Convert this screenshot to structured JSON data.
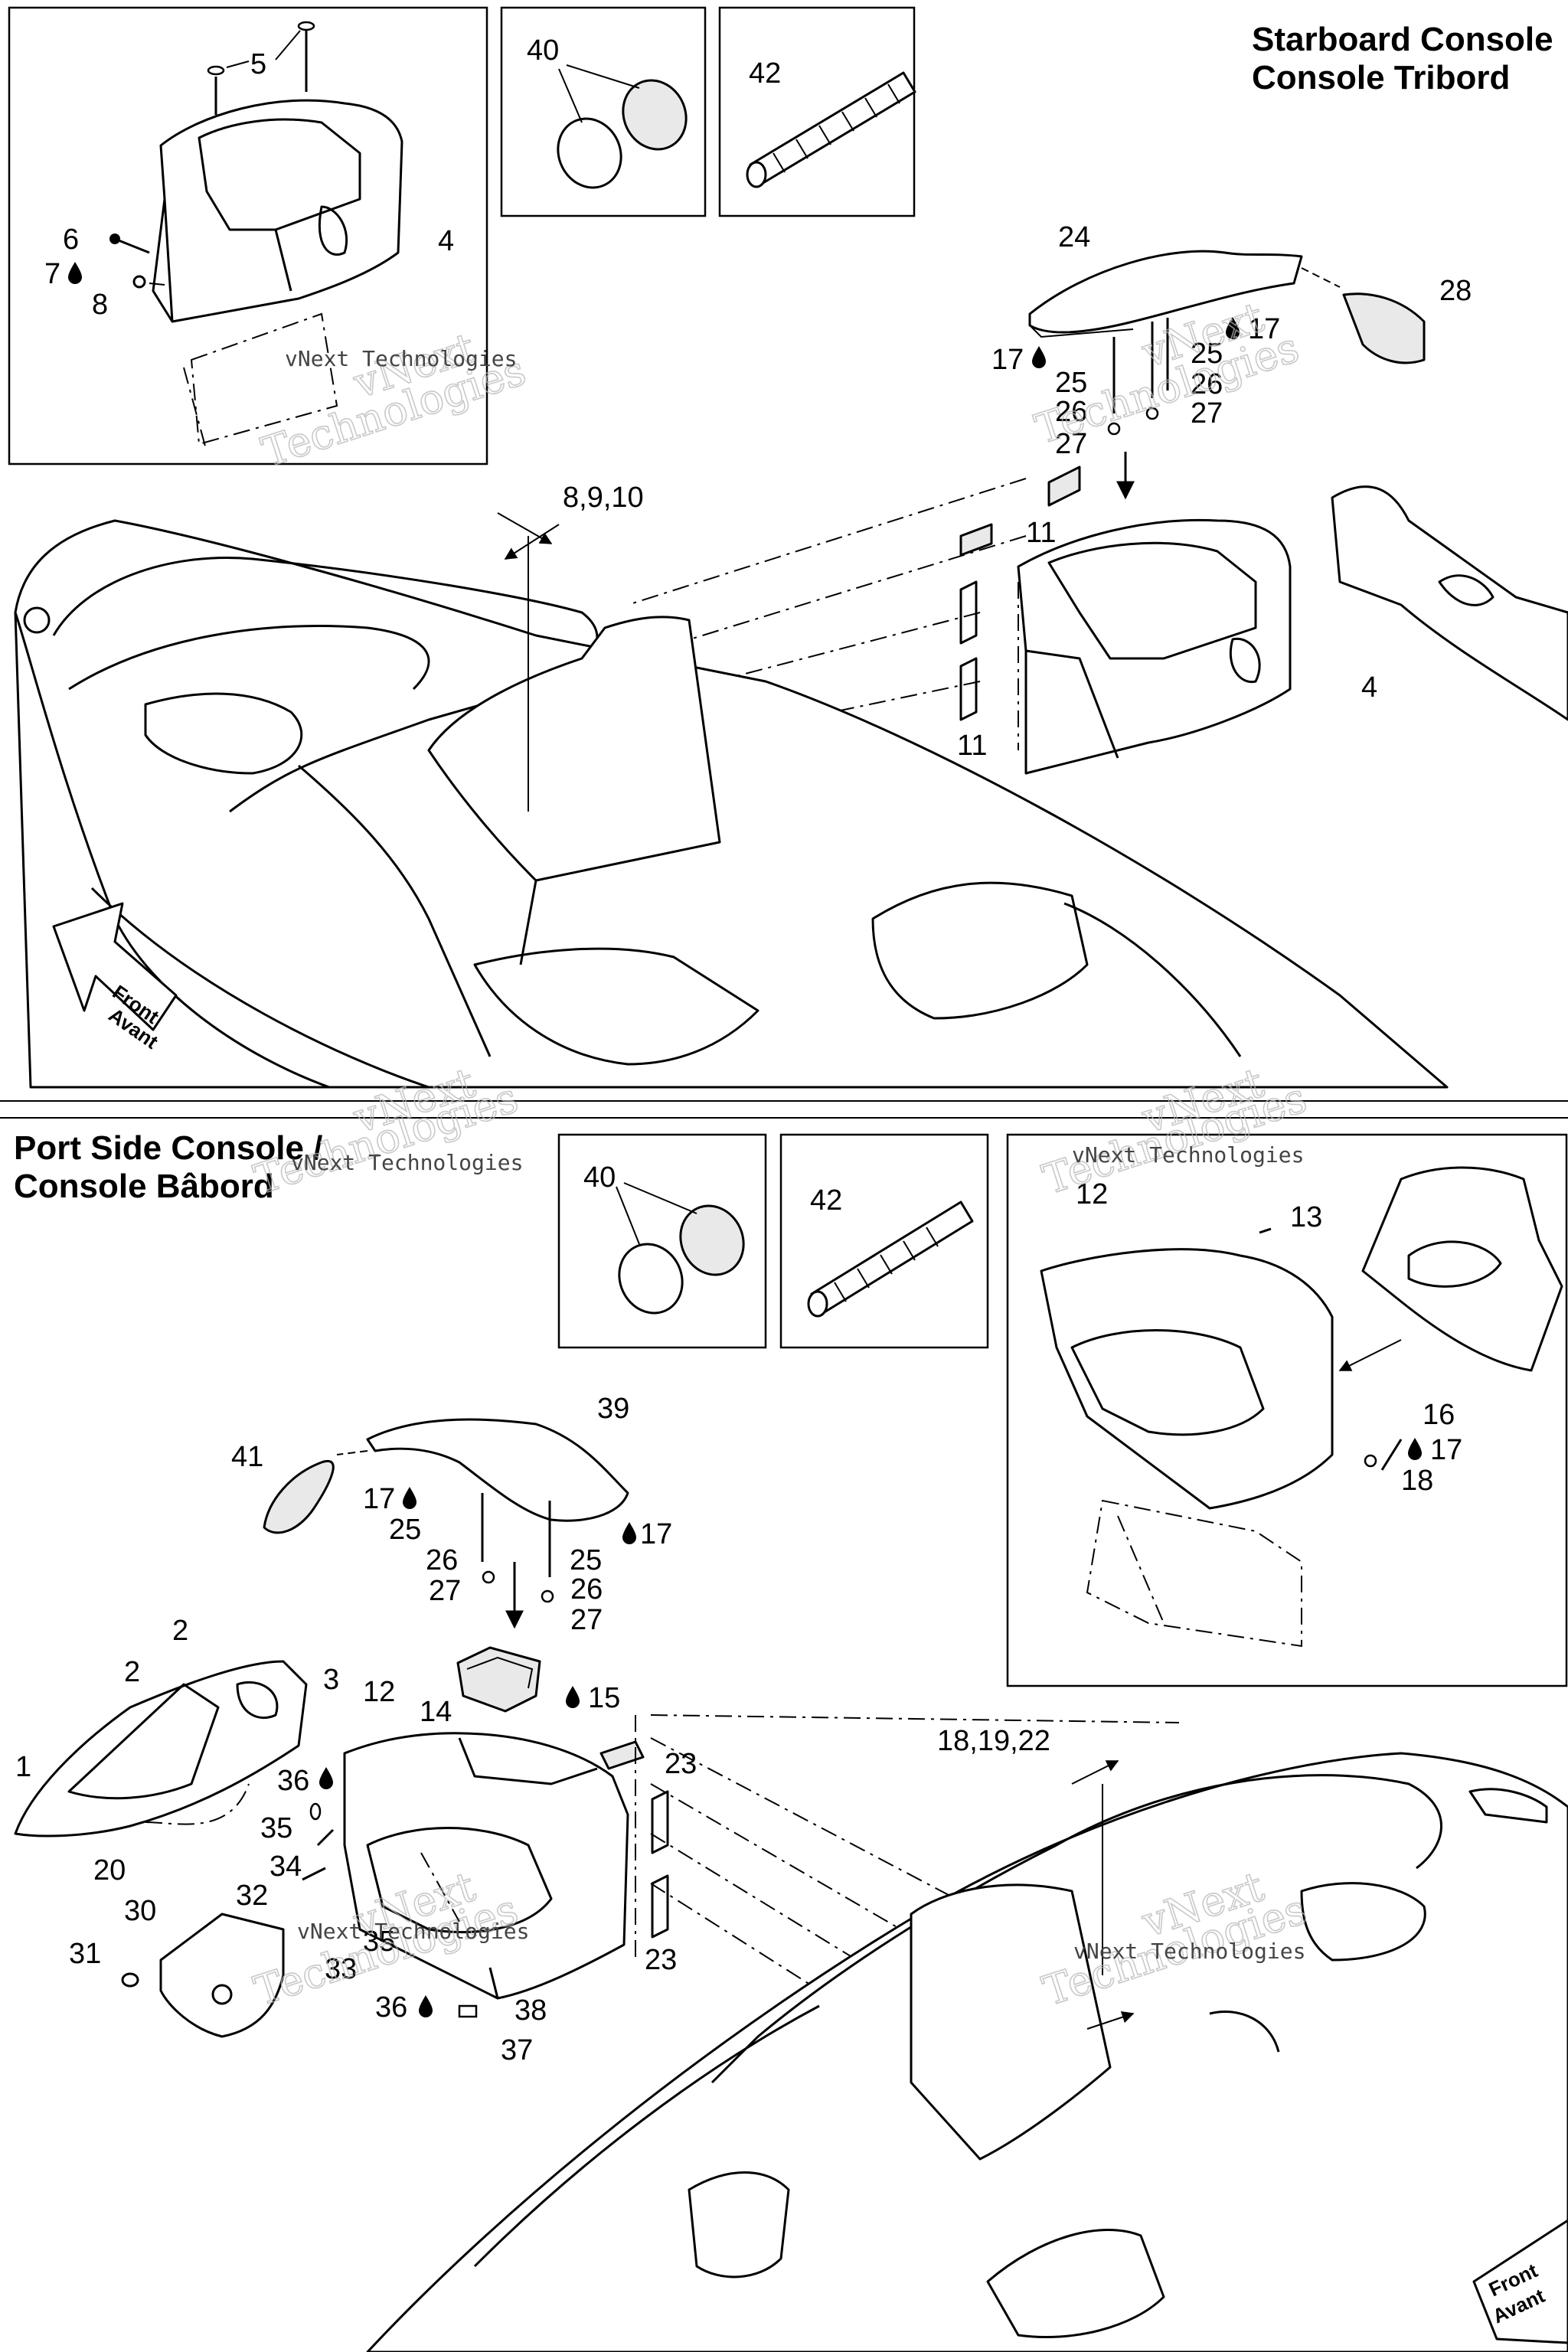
{
  "sections": {
    "starboard_title_1": "Starboard Console",
    "starboard_title_2": "Console Tribord",
    "port_title_1": "Port Side Console /",
    "port_title_2": "Console Bâbord"
  },
  "front_arrow": {
    "line1": "Front",
    "line2": "Avant"
  },
  "watermark": {
    "line1": "vNext",
    "line2": "Technologies",
    "small": "vNext Technologies"
  },
  "callouts_top": {
    "c5": "5",
    "c4a": "4",
    "c6": "6",
    "c7": "7",
    "c8": "8",
    "c40": "40",
    "c42": "42",
    "c24": "24",
    "c28": "28",
    "c17a": "17",
    "c17b": "17",
    "c25a": "25",
    "c25b": "25",
    "c26a": "26",
    "c26b": "26",
    "c27a": "27",
    "c27b": "27",
    "c8910": "8,9,10",
    "c11a": "11",
    "c11b": "11",
    "c4b": "4"
  },
  "callouts_bottom": {
    "c40": "40",
    "c42": "42",
    "c12a": "12",
    "c13": "13",
    "c16": "16",
    "c17a": "17",
    "c18": "18",
    "c39": "39",
    "c41": "41",
    "c17b": "17",
    "c17c": "17",
    "c25a": "25",
    "c25b": "25",
    "c26a": "26",
    "c26b": "26",
    "c27a": "27",
    "c27b": "27",
    "c2a": "2",
    "c2b": "2",
    "c3": "3",
    "c1": "1",
    "c20": "20",
    "c14": "14",
    "c15": "15",
    "c12b": "12",
    "c36a": "36",
    "c35a": "35",
    "c34": "34",
    "c32": "32",
    "c30": "30",
    "c31": "31",
    "c33": "33",
    "c35b": "35",
    "c36b": "36",
    "c38": "38",
    "c37": "37",
    "c23a": "23",
    "c23b": "23",
    "c181922": "18,19,22"
  }
}
